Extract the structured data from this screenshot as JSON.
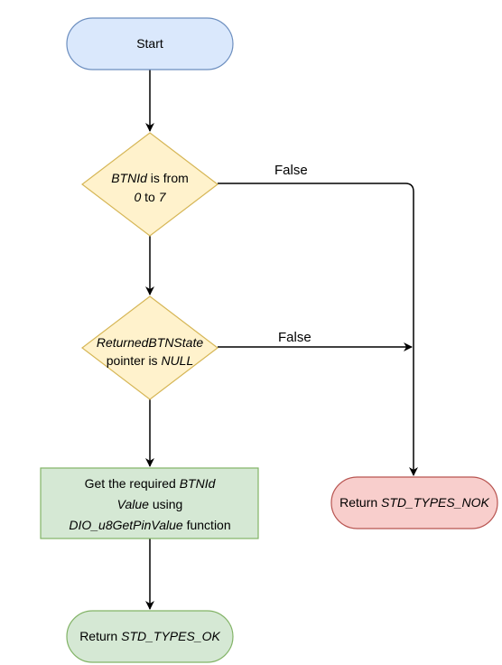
{
  "nodes": {
    "start": {
      "text": "Start",
      "fill": "#dae8fc",
      "stroke": "#6c8ebf"
    },
    "decision_btnid": {
      "line1_italic": "BTNId",
      "line1_rest": " is from",
      "line2_italic_a": "0",
      "line2_mid": " to ",
      "line2_italic_b": "7",
      "fill": "#fff2cc",
      "stroke": "#d6b656"
    },
    "decision_state": {
      "line1_italic": "ReturnedBTNState",
      "line2_rest": "pointer is ",
      "line2_italic": "NULL",
      "fill": "#fff2cc",
      "stroke": "#d6b656"
    },
    "process_get": {
      "line1_rest": "Get the required ",
      "line1_italic": "BTNId",
      "line2_italic": "Value",
      "line2_rest": " using",
      "line3_italic": "DIO_u8GetPinValue",
      "line3_rest": " function",
      "fill": "#d5e8d4",
      "stroke": "#82b366"
    },
    "return_ok": {
      "prefix": "Return ",
      "italic": "STD_TYPES_OK",
      "fill": "#d5e8d4",
      "stroke": "#82b366"
    },
    "return_nok": {
      "prefix": "Return ",
      "italic": "STD_TYPES_NOK",
      "fill": "#f8cecc",
      "stroke": "#b85450"
    }
  },
  "edges": {
    "false_1": "False",
    "false_2": "False"
  }
}
